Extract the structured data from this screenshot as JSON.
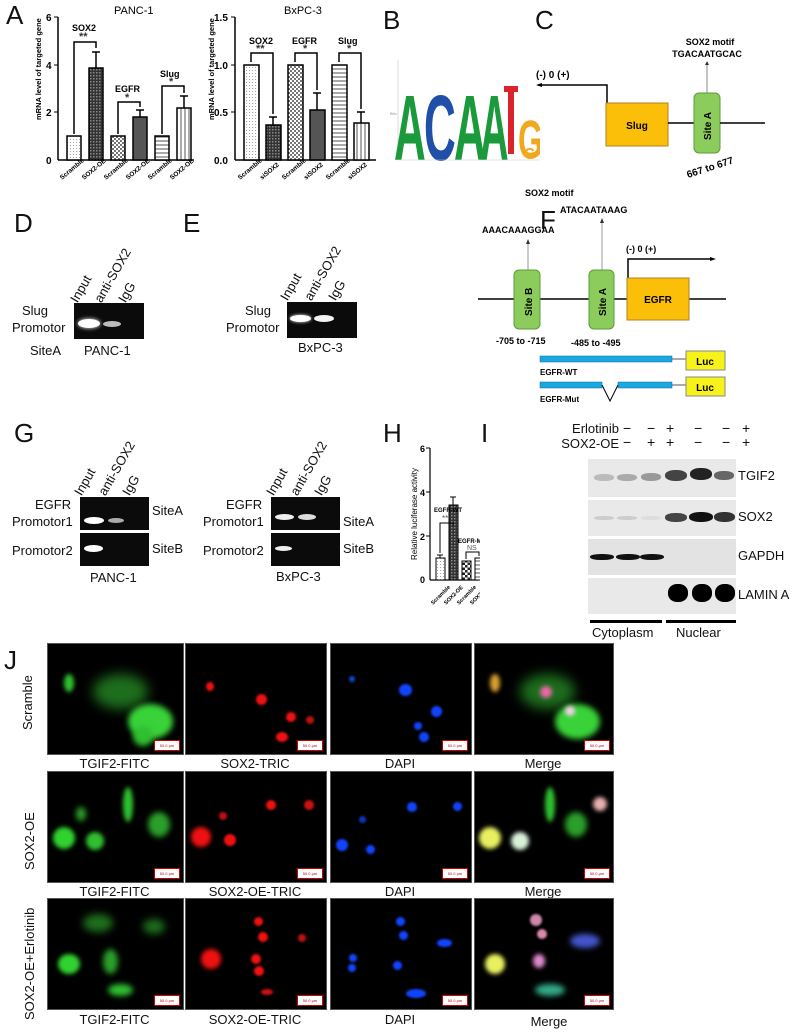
{
  "panels": {
    "A": {
      "label": "A"
    },
    "B": {
      "label": "B"
    },
    "C": {
      "label": "C"
    },
    "D": {
      "label": "D"
    },
    "E": {
      "label": "E"
    },
    "F": {
      "label": "F"
    },
    "G": {
      "label": "G"
    },
    "H": {
      "label": "H"
    },
    "I": {
      "label": "I"
    },
    "J": {
      "label": "J"
    }
  },
  "chart_data": [
    {
      "panel": "A-left",
      "type": "bar",
      "title": "PANC-1",
      "ylabel": "mRNA level of targeted gene",
      "ylim": [
        0,
        6
      ],
      "yticks": [
        0,
        2,
        4,
        6
      ],
      "categories": [
        "Scramble",
        "SOX2-OE",
        "Scramble",
        "SOX2-OE",
        "Scramble",
        "SOX2-OE"
      ],
      "values": [
        1.0,
        3.85,
        1.0,
        1.82,
        1.0,
        2.15
      ],
      "errors": [
        0,
        0.65,
        0,
        0.25,
        0,
        0.55
      ],
      "groups": [
        {
          "name": "SOX2",
          "sig": "**"
        },
        {
          "name": "EGFR",
          "sig": "*"
        },
        {
          "name": "Slug",
          "sig": "*"
        }
      ]
    },
    {
      "panel": "A-right",
      "type": "bar",
      "title": "BxPC-3",
      "ylabel": "mRNA level of targeted gene",
      "ylim": [
        0,
        1.5
      ],
      "yticks": [
        "0.0",
        "0.5",
        "1.0",
        "1.5"
      ],
      "categories": [
        "Scramble",
        "siSOX2",
        "Scramble",
        "siSOX2",
        "Scramble",
        "siSOX2"
      ],
      "values": [
        1.0,
        0.37,
        1.0,
        0.53,
        1.0,
        0.39
      ],
      "errors": [
        0,
        0.08,
        0,
        0.16,
        0,
        0.11
      ],
      "groups": [
        {
          "name": "SOX2",
          "sig": "**"
        },
        {
          "name": "EGFR",
          "sig": "*"
        },
        {
          "name": "Slug",
          "sig": "*"
        }
      ]
    },
    {
      "panel": "H",
      "type": "bar",
      "ylabel": "Relative luciferase activity",
      "ylim": [
        0,
        6
      ],
      "yticks": [
        0,
        2,
        4,
        6
      ],
      "categories": [
        "Scramble",
        "SOX2-OE",
        "Scramble",
        "SOX2-OE"
      ],
      "values": [
        1.0,
        3.4,
        0.85,
        1.0
      ],
      "errors": [
        0.1,
        0.35,
        0.05,
        0.06
      ],
      "groups": [
        {
          "name": "EGFR-WT",
          "sig": "**"
        },
        {
          "name": "EGFR-Mut",
          "sig": "NS"
        }
      ]
    }
  ],
  "B": {
    "logo": [
      "A",
      "C",
      "A",
      "A",
      "T",
      "G",
      "G"
    ],
    "colors": {
      "A": "#1a9a3a",
      "C": "#1f4fa8",
      "T": "#d9242b",
      "G": "#f0a91e"
    }
  },
  "C": {
    "motif_title": "SOX2 motif",
    "motif_seq": "TGACAATGCAC",
    "tss": "(-) 0 (+)",
    "gene": "Slug",
    "site": "Site A",
    "range": "667 to 677"
  },
  "D": {
    "lanes": [
      "Input",
      "anti-SOX2",
      "IgG"
    ],
    "row_label_1": "Slug",
    "row_label_2": "Promotor",
    "site": "SiteA",
    "cell_line": "PANC-1"
  },
  "E": {
    "lanes": [
      "Input",
      "anti-SOX2",
      "IgG"
    ],
    "row_label_1": "Slug",
    "row_label_2": "Promotor",
    "cell_line": "BxPC-3"
  },
  "F": {
    "motif_title": "SOX2 motif",
    "motif_a": "ATACAATAAAG",
    "motif_b": "AAACAAAGGAA",
    "tss": "(-) 0 (+)",
    "site_b": "Site B",
    "site_a": "Site A",
    "gene": "EGFR",
    "range_b": "-705 to -715",
    "range_a": "-485 to -495",
    "wt": "EGFR-WT",
    "mut": "EGFR-Mut",
    "luc": "Luc"
  },
  "G": {
    "lanes": [
      "Input",
      "anti-SOX2",
      "IgG"
    ],
    "left": {
      "row1a": "EGFR",
      "row1b": "Promotor1",
      "row2": "Promotor2",
      "siteA": "SiteA",
      "siteB": "SiteB",
      "cell_line": "PANC-1"
    },
    "right": {
      "row1a": "EGFR",
      "row1b": "Promotor1",
      "row2": "Promotor2",
      "siteA": "SiteA",
      "siteB": "SiteB",
      "cell_line": "BxPC-3"
    }
  },
  "I": {
    "row1_label": "Erlotinib",
    "row1_signs": [
      "−",
      "−",
      "+",
      "−",
      "−",
      "+"
    ],
    "row2_label": "SOX2-OE",
    "row2_signs": [
      "−",
      "+",
      "+",
      "−",
      "−",
      "+"
    ],
    "proteins": [
      "TGIF2",
      "SOX2",
      "GAPDH",
      "LAMIN A"
    ],
    "fractions": [
      "Cytoplasm",
      "Nuclear"
    ]
  },
  "J": {
    "rows": [
      {
        "label": "Scramble",
        "captions": [
          "TGIF2-FITC",
          "SOX2-TRIC",
          "DAPI",
          "Merge"
        ]
      },
      {
        "label": "SOX2-OE",
        "captions": [
          "TGIF2-FITC",
          "SOX2-OE-TRIC",
          "DAPI",
          "Merge"
        ]
      },
      {
        "label": "SOX2-OE+Erlotinib",
        "captions": [
          "TGIF2-FITC",
          "SOX2-OE-TRIC",
          "DAPI",
          "Merge"
        ]
      }
    ],
    "scale": "50.0 μm"
  }
}
